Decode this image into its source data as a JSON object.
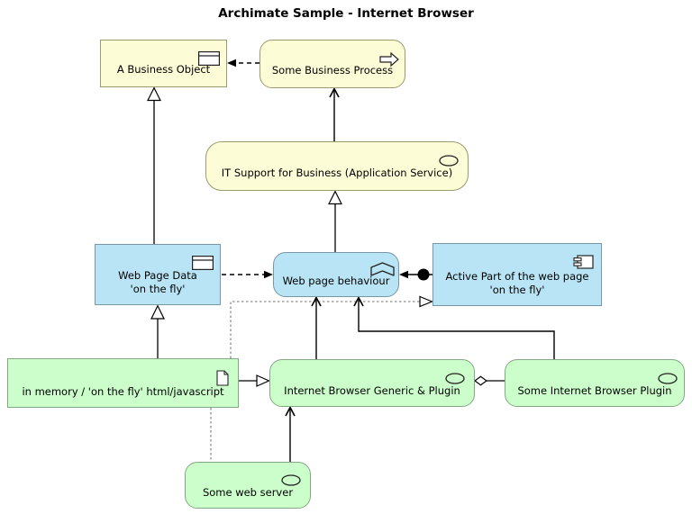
{
  "title": "Archimate Sample - Internet Browser",
  "nodes": {
    "a_business_object": {
      "label": "A Business Object",
      "icon": "business-object-icon",
      "shape": "rectangle",
      "color": "yellow"
    },
    "some_business_process": {
      "label": "Some Business Process",
      "icon": "process-arrow-icon",
      "shape": "rounded",
      "color": "yellow"
    },
    "it_support": {
      "label": "IT Support for Business (Application Service)",
      "icon": "service-ellipse-icon",
      "shape": "rounded",
      "color": "yellow"
    },
    "web_page_data": {
      "label": "Web Page Data\n'on the fly'",
      "icon": "data-object-icon",
      "shape": "rectangle",
      "color": "blue"
    },
    "web_page_behaviour": {
      "label": "Web page behaviour",
      "icon": "function-chevron-icon",
      "shape": "rounded",
      "color": "blue"
    },
    "active_part": {
      "label": "Active Part of the web page\n'on the fly'",
      "icon": "component-icon",
      "shape": "rectangle",
      "color": "blue"
    },
    "in_memory": {
      "label": "in memory / 'on the fly' html/javascript",
      "icon": "artifact-icon",
      "shape": "rectangle",
      "color": "green"
    },
    "browser_generic": {
      "label": "Internet Browser Generic & Plugin",
      "icon": "service-ellipse-icon",
      "shape": "rounded",
      "color": "green"
    },
    "browser_plugin": {
      "label": "Some Internet Browser Plugin",
      "icon": "service-ellipse-icon",
      "shape": "rounded",
      "color": "green"
    },
    "web_server": {
      "label": "Some web server",
      "icon": "service-ellipse-icon",
      "shape": "rounded",
      "color": "green"
    }
  },
  "edges": [
    {
      "from": "some_business_process",
      "to": "a_business_object",
      "type": "flow-dashed-filled-arrow"
    },
    {
      "from": "it_support",
      "to": "some_business_process",
      "type": "serving-open-arrow"
    },
    {
      "from": "web_page_data",
      "to": "a_business_object",
      "type": "realization-hollow-triangle"
    },
    {
      "from": "web_page_behaviour",
      "to": "it_support",
      "type": "realization-hollow-triangle"
    },
    {
      "from": "web_page_data",
      "to": "web_page_behaviour",
      "type": "flow-dashed-filled-arrow"
    },
    {
      "from": "active_part",
      "to": "web_page_behaviour",
      "type": "assignment-ball-and-arrow"
    },
    {
      "from": "in_memory",
      "to": "active_part",
      "type": "realization-dotted-hollow-triangle"
    },
    {
      "from": "in_memory",
      "to": "web_page_data",
      "type": "realization-hollow-triangle"
    },
    {
      "from": "in_memory",
      "to": "browser_generic",
      "type": "realization-hollow-triangle"
    },
    {
      "from": "browser_generic",
      "to": "web_page_behaviour",
      "type": "serving-open-arrow"
    },
    {
      "from": "browser_plugin",
      "to": "web_page_behaviour",
      "type": "serving-open-arrow"
    },
    {
      "from": "browser_generic",
      "to": "browser_plugin",
      "type": "aggregation-hollow-diamond"
    },
    {
      "from": "web_server",
      "to": "browser_generic",
      "type": "serving-open-arrow"
    },
    {
      "from": "in_memory",
      "to": "web_server",
      "type": "access-dotted"
    }
  ],
  "colors": {
    "yellow_fill": "#FCFCD6",
    "yellow_border": "#9A9A70",
    "blue_fill": "#B9E4F5",
    "blue_border": "#7796A8",
    "green_fill": "#CCFECC",
    "green_border": "#84A883",
    "line": "#000000",
    "dotted_line": "#8F8F8F",
    "background": "#FFFFFF"
  }
}
